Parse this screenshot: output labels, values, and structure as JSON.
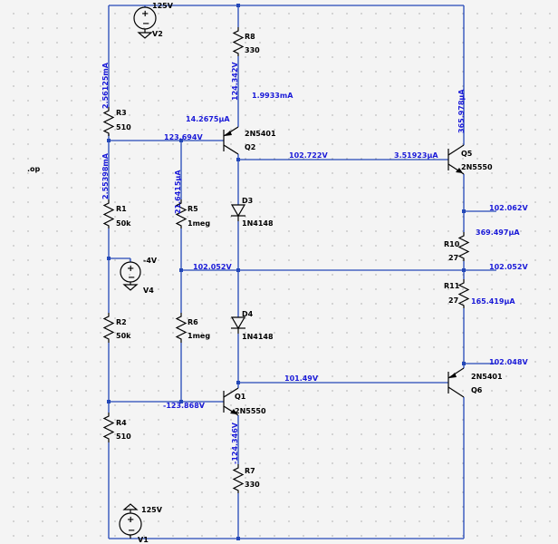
{
  "directive": ".op",
  "components": {
    "v2": {
      "name": "V2",
      "value": "125V"
    },
    "v1": {
      "name": "V1",
      "value": "125V"
    },
    "v4": {
      "name": "V4",
      "value": "-4V"
    },
    "r8": {
      "name": "R8",
      "value": "330"
    },
    "r3": {
      "name": "R3",
      "value": "510"
    },
    "r1": {
      "name": "R1",
      "value": "50k"
    },
    "r5": {
      "name": "R5",
      "value": "1meg"
    },
    "r2": {
      "name": "R2",
      "value": "50k"
    },
    "r6": {
      "name": "R6",
      "value": "1meg"
    },
    "r4": {
      "name": "R4",
      "value": "510"
    },
    "r7": {
      "name": "R7",
      "value": "330"
    },
    "r10": {
      "name": "R10",
      "value": "27"
    },
    "r11": {
      "name": "R11",
      "value": "27"
    },
    "d3": {
      "name": "D3",
      "model": "1N4148"
    },
    "d4": {
      "name": "D4",
      "model": "1N4148"
    },
    "q2": {
      "name": "Q2",
      "model": "2N5401"
    },
    "q5": {
      "name": "Q5",
      "model": "2N5550"
    },
    "q1": {
      "name": "Q1",
      "model": "2N5550"
    },
    "q6": {
      "name": "Q6",
      "model": "2N5401"
    }
  },
  "annotations": {
    "i_r3": "2.56125mA",
    "v_r8": "124.342V",
    "i_q2": "1.9933mA",
    "ib_q2": "14.2675µA",
    "i_q5": "365.978µA",
    "v_q2_base": "123.694V",
    "v_q2_collector": "102.722V",
    "ib_q5": "3.51923µA",
    "i_r1": "2.55398mA",
    "i_r5": "21.6415µA",
    "v_q5_emitter": "102.062V",
    "i_r10": "369.497µA",
    "v_center": "102.052V",
    "v_output": "102.052V",
    "i_r11": "165.419µA",
    "v_q6_emitter": "102.048V",
    "v_q1_collector": "101.49V",
    "v_q1_base": "-123.868V",
    "v_r7": "-124.346V"
  },
  "colors": {
    "wire": "#2448b8",
    "annotation": "#1a1ad8",
    "component": "#000000",
    "background": "#f4f4f4"
  }
}
